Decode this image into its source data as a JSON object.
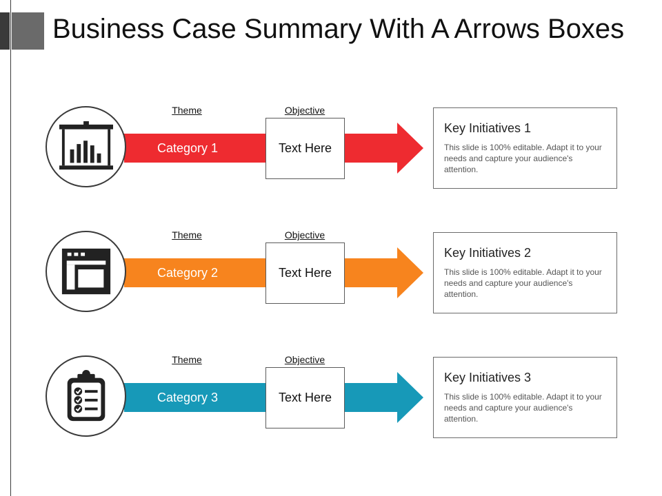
{
  "slide": {
    "title": "Business Case Summary With A Arrows Boxes"
  },
  "rows": [
    {
      "theme_label": "Theme",
      "objective_label": "Objective",
      "category": "Category 1",
      "text_box": "Text Here",
      "color": "#ee2b30",
      "icon": "presentation-board-chart-icon",
      "initiative_title": "Key Initiatives 1",
      "initiative_desc": "This slide is 100% editable. Adapt it to your needs and capture your audience's attention."
    },
    {
      "theme_label": "Theme",
      "objective_label": "Objective",
      "category": "Category 2",
      "text_box": "Text Here",
      "color": "#f7841e",
      "icon": "browser-window-layout-icon",
      "initiative_title": "Key Initiatives 2",
      "initiative_desc": "This slide is 100% editable. Adapt it to your needs and capture your audience's attention."
    },
    {
      "theme_label": "Theme",
      "objective_label": "Objective",
      "category": "Category 3",
      "text_box": "Text Here",
      "color": "#1799b8",
      "icon": "clipboard-checklist-icon",
      "initiative_title": "Key Initiatives 3",
      "initiative_desc": "This slide is 100% editable. Adapt it to your needs and capture your audience's attention."
    }
  ]
}
